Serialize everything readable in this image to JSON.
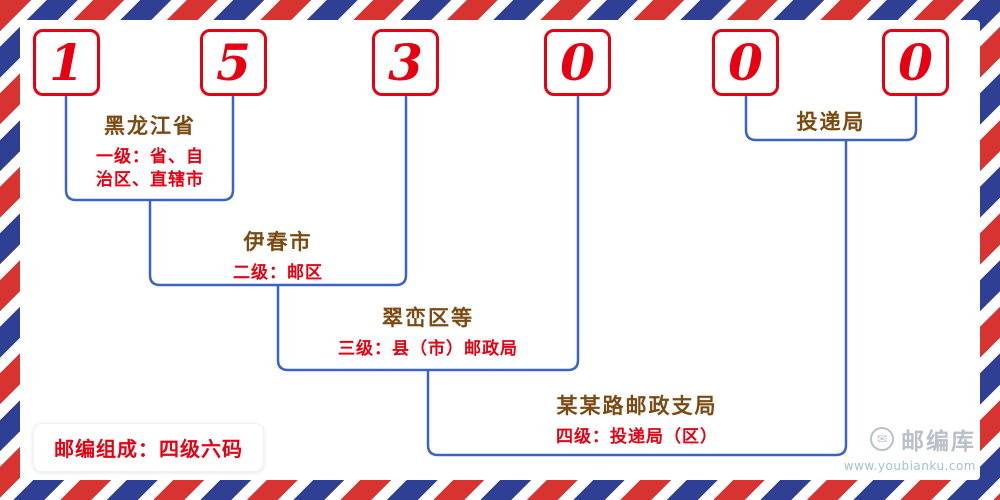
{
  "code": {
    "digits": [
      "1",
      "5",
      "3",
      "0",
      "0",
      "0"
    ]
  },
  "levels": {
    "level1": {
      "title": "黑龙江省",
      "desc_line1": "一级：省、自",
      "desc_line2": "治区、直辖市"
    },
    "level2": {
      "title": "伊春市",
      "desc": "二级：邮区"
    },
    "level3": {
      "title": "翠峦区等",
      "desc": "三级：县（市）邮政局"
    },
    "level4": {
      "title": "某某路邮政支局",
      "desc": "四级：投递局（区）"
    },
    "delivery": {
      "title": "投递局"
    }
  },
  "note": {
    "text": "邮编组成：四级六码"
  },
  "watermark": {
    "brand": "邮编库",
    "url": "www.youbianku.com",
    "icon": "✉"
  },
  "colors": {
    "digit_red": "#e60012",
    "title_brown": "#7b4a12",
    "desc_red": "#e60012",
    "connector_blue": "#3b63c4",
    "stripe_red": "#d63331",
    "stripe_blue": "#2e3f94",
    "watermark_gray": "#b9c0c7",
    "watermark_url": "#9fc3cd"
  }
}
